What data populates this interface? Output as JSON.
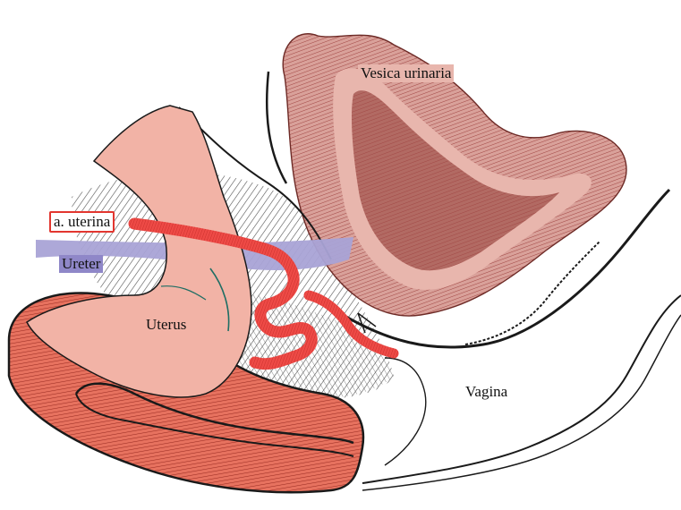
{
  "labels": {
    "bladder": "Vesica urinaria",
    "uterine_artery": "a. uterina",
    "ureter": "Ureter",
    "uterus": "Uterus",
    "vagina": "Vagina"
  },
  "colors": {
    "bladder_wall": "#d9a19a",
    "bladder_stripe": "#9a3a38",
    "bladder_inner": "#b26a63",
    "uterus_body": "#f2b3a6",
    "rectum_muscle": "#e7725f",
    "rectum_stripe": "#9a2b22",
    "artery": "#ee4a46",
    "ureter": "#a9a3d6",
    "ureter_label_bg": "#8f87c8",
    "artery_label_border": "#e2362f",
    "outline": "#1a1a1a"
  }
}
